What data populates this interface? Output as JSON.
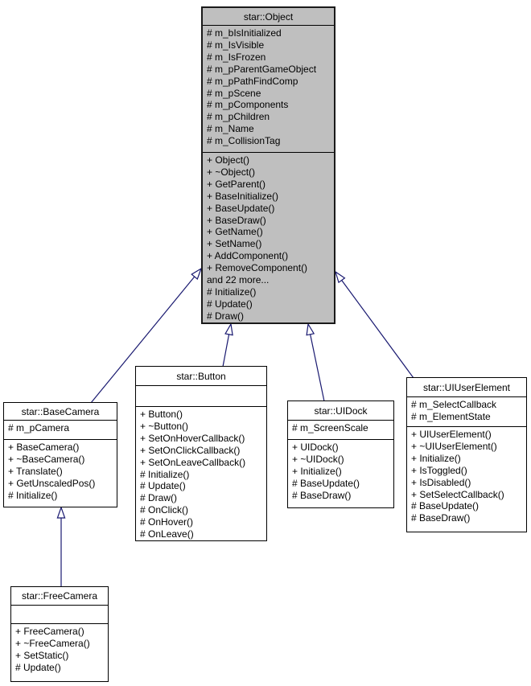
{
  "diagram": {
    "type": "uml-inheritance-graph",
    "edge_color": "#191970",
    "highlight_fill": "#bfbfbf",
    "classes": [
      {
        "id": "object",
        "title": "star::Object",
        "highlighted": true,
        "attributes": [
          "# m_bIsInitialized",
          "# m_IsVisible",
          "# m_IsFrozen",
          "# m_pParentGameObject",
          "# m_pPathFindComp",
          "# m_pScene",
          "# m_pComponents",
          "# m_pChildren",
          "# m_Name",
          "# m_CollisionTag"
        ],
        "methods": [
          "+ Object()",
          "+ ~Object()",
          "+ GetParent()",
          "+ BaseInitialize()",
          "+ BaseUpdate()",
          "+ BaseDraw()",
          "+ GetName()",
          "+ SetName()",
          "+ AddComponent()",
          "+ RemoveComponent()",
          "and 22 more...",
          "# Initialize()",
          "# Update()",
          "# Draw()"
        ]
      },
      {
        "id": "basecamera",
        "title": "star::BaseCamera",
        "highlighted": false,
        "attributes": [
          "# m_pCamera"
        ],
        "methods": [
          "+ BaseCamera()",
          "+ ~BaseCamera()",
          "+ Translate()",
          "+ GetUnscaledPos()",
          "# Initialize()"
        ]
      },
      {
        "id": "button",
        "title": "star::Button",
        "highlighted": false,
        "attributes": [],
        "methods": [
          "+ Button()",
          "+ ~Button()",
          "+ SetOnHoverCallback()",
          "+ SetOnClickCallback()",
          "+ SetOnLeaveCallback()",
          "# Initialize()",
          "# Update()",
          "# Draw()",
          "# OnClick()",
          "# OnHover()",
          "# OnLeave()"
        ]
      },
      {
        "id": "uidock",
        "title": "star::UIDock",
        "highlighted": false,
        "attributes": [
          "# m_ScreenScale"
        ],
        "methods": [
          "+ UIDock()",
          "+ ~UIDock()",
          "+ Initialize()",
          "# BaseUpdate()",
          "# BaseDraw()"
        ]
      },
      {
        "id": "uiuserelement",
        "title": "star::UIUserElement",
        "highlighted": false,
        "attributes": [
          "# m_SelectCallback",
          "# m_ElementState"
        ],
        "methods": [
          "+ UIUserElement()",
          "+ ~UIUserElement()",
          "+ Initialize()",
          "+ IsToggled()",
          "+ IsDisabled()",
          "+ SetSelectCallback()",
          "# BaseUpdate()",
          "# BaseDraw()"
        ]
      },
      {
        "id": "freecamera",
        "title": "star::FreeCamera",
        "highlighted": false,
        "attributes": [],
        "methods": [
          "+ FreeCamera()",
          "+ ~FreeCamera()",
          "+ SetStatic()",
          "# Update()"
        ]
      }
    ],
    "edges": [
      {
        "from": "star::BaseCamera",
        "to": "star::Object"
      },
      {
        "from": "star::Button",
        "to": "star::Object"
      },
      {
        "from": "star::UIDock",
        "to": "star::Object"
      },
      {
        "from": "star::UIUserElement",
        "to": "star::Object"
      },
      {
        "from": "star::FreeCamera",
        "to": "star::BaseCamera"
      }
    ]
  }
}
